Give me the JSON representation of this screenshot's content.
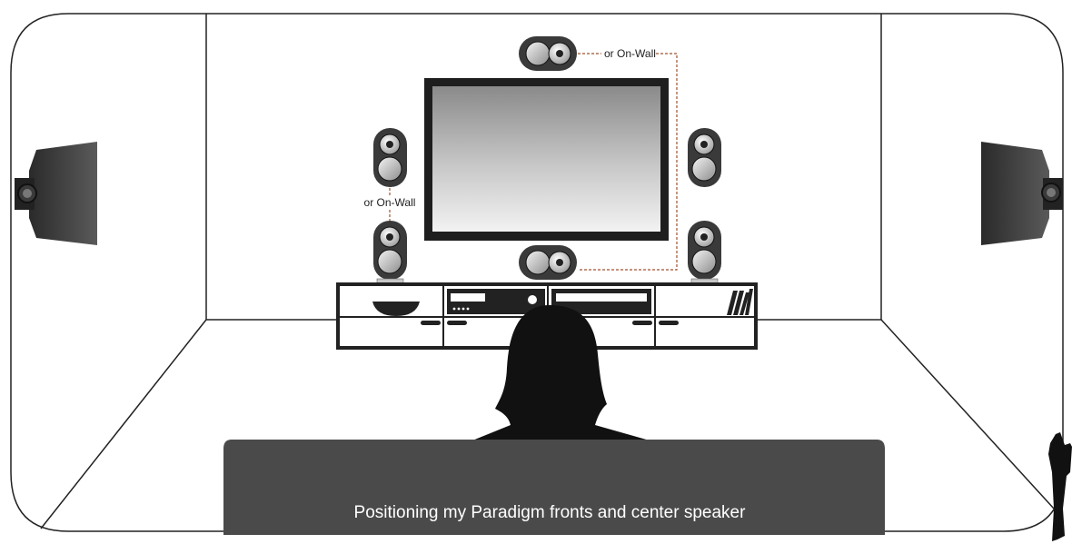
{
  "labels": {
    "center_alt": "or On-Wall",
    "left_alt": "or On-Wall"
  },
  "caption": "Positioning my Paradigm fronts and center speaker",
  "colors": {
    "line": "#222222",
    "speaker_body": "#3a3a3a",
    "sofa": "#4a4a4a",
    "dashed_guide": "#a0522d",
    "caption_text": "#ffffff"
  },
  "icons": [
    "tv-screen-icon",
    "bookshelf-speaker-icon",
    "center-speaker-icon",
    "surround-speaker-icon",
    "person-silhouette-icon",
    "sofa-icon",
    "media-console-icon"
  ]
}
